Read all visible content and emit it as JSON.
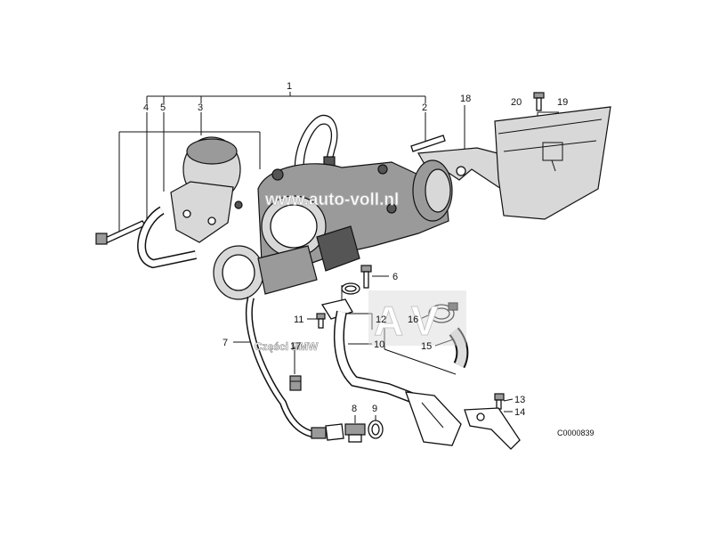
{
  "callouts": {
    "c1": "1",
    "c2": "2",
    "c3": "3",
    "c4": "4",
    "c5": "5",
    "c6": "6",
    "c7": "7",
    "c8": "8",
    "c9": "9",
    "c10": "10",
    "c11": "11",
    "c12": "12",
    "c13": "13",
    "c14": "14",
    "c15": "15",
    "c16": "16",
    "c17": "17",
    "c18": "18",
    "c19": "19",
    "c20": "20"
  },
  "diagram_code": "C0000839",
  "watermark": {
    "site": "www.auto-voll.nl",
    "logo_letters": "AV",
    "parts_text": "Części BMW"
  },
  "colors": {
    "line": "#111111",
    "watermark_fill": "#ffffff",
    "watermark_outline": "#b8b8b8",
    "background": "#ffffff"
  }
}
